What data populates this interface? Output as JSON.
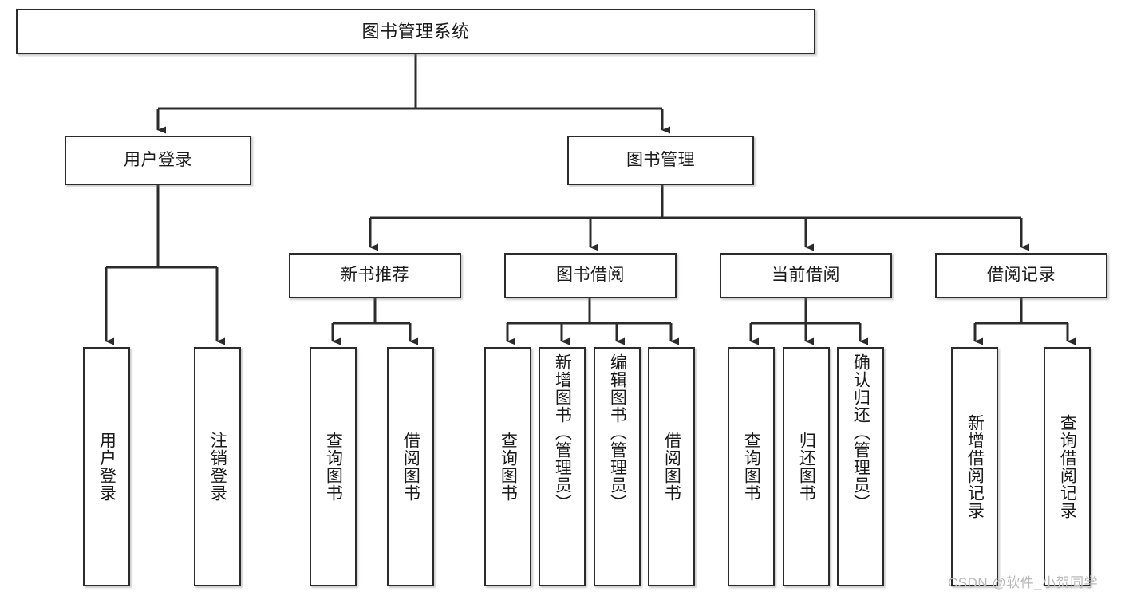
{
  "diagram": {
    "title": "图书管理系统",
    "watermark": "CSDN @软件_小贺同学",
    "colors": {
      "stroke": "#2b2b2b",
      "fill": "#ffffff",
      "text": "#1a1a1a",
      "watermark": "#b9b9b9"
    }
  },
  "nodes": {
    "root": {
      "label": "图书管理系统"
    },
    "level1": [
      {
        "label": "用户登录"
      },
      {
        "label": "图书管理"
      }
    ],
    "level2": [
      {
        "label": "新书推荐"
      },
      {
        "label": "图书借阅"
      },
      {
        "label": "当前借阅"
      },
      {
        "label": "借阅记录"
      }
    ],
    "leaves": {
      "user_login": [
        {
          "label": "用户登录"
        },
        {
          "label": "注销登录"
        }
      ],
      "new_book": [
        {
          "label": "查询图书"
        },
        {
          "label": "借阅图书"
        }
      ],
      "borrow_book": [
        {
          "label": "查询图书"
        },
        {
          "label": "新增图书（管理员）"
        },
        {
          "label": "编辑图书（管理员）"
        },
        {
          "label": "借阅图书"
        }
      ],
      "current_borrow": [
        {
          "label": "查询图书"
        },
        {
          "label": "归还图书"
        },
        {
          "label": "确认归还（管理员）"
        }
      ],
      "borrow_record": [
        {
          "label": "新增借阅记录"
        },
        {
          "label": "查询借阅记录"
        }
      ]
    }
  }
}
